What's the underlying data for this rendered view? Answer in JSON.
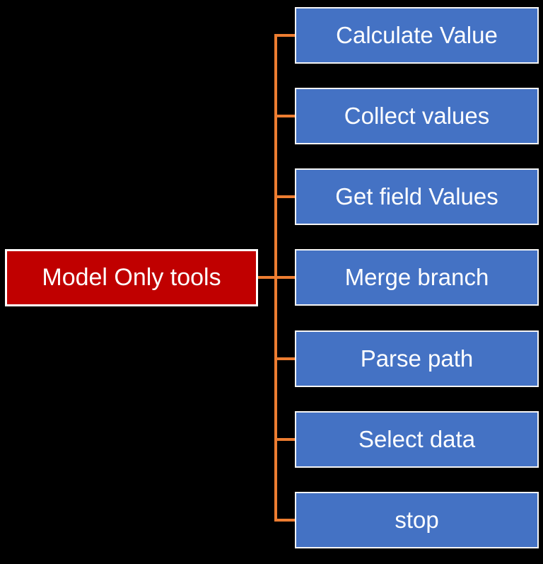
{
  "diagram": {
    "root": {
      "label": "Model Only tools"
    },
    "nodes": [
      {
        "label": "Calculate Value"
      },
      {
        "label": "Collect values"
      },
      {
        "label": "Get field Values"
      },
      {
        "label": "Merge branch"
      },
      {
        "label": "Parse path"
      },
      {
        "label": "Select data"
      },
      {
        "label": "stop"
      }
    ],
    "colors": {
      "background": "#000000",
      "node_fill": "#4472C4",
      "node_border": "#F5F5F5",
      "root_fill": "#C00000",
      "root_border": "#FFFFFF",
      "connector": "#ED7D31",
      "text": "#FFFFFF"
    }
  }
}
